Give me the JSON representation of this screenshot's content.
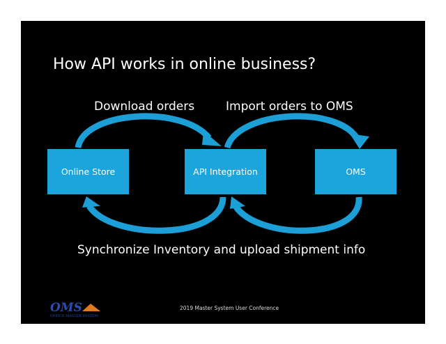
{
  "slide": {
    "title": "How API works in online business?",
    "labels": {
      "download": "Download orders",
      "import": "Import orders to OMS",
      "sync": "Synchronize Inventory and upload shipment info"
    },
    "boxes": [
      "Online Store",
      "API Integration",
      "OMS"
    ],
    "footer": "2019 Master System User Conference",
    "logo": {
      "text": "OMS",
      "subtext": "OFFICE MASTER SYSTEM"
    },
    "colors": {
      "box": "#1ca4dc",
      "arrow": "#1b9fd6",
      "background": "#000000"
    }
  }
}
